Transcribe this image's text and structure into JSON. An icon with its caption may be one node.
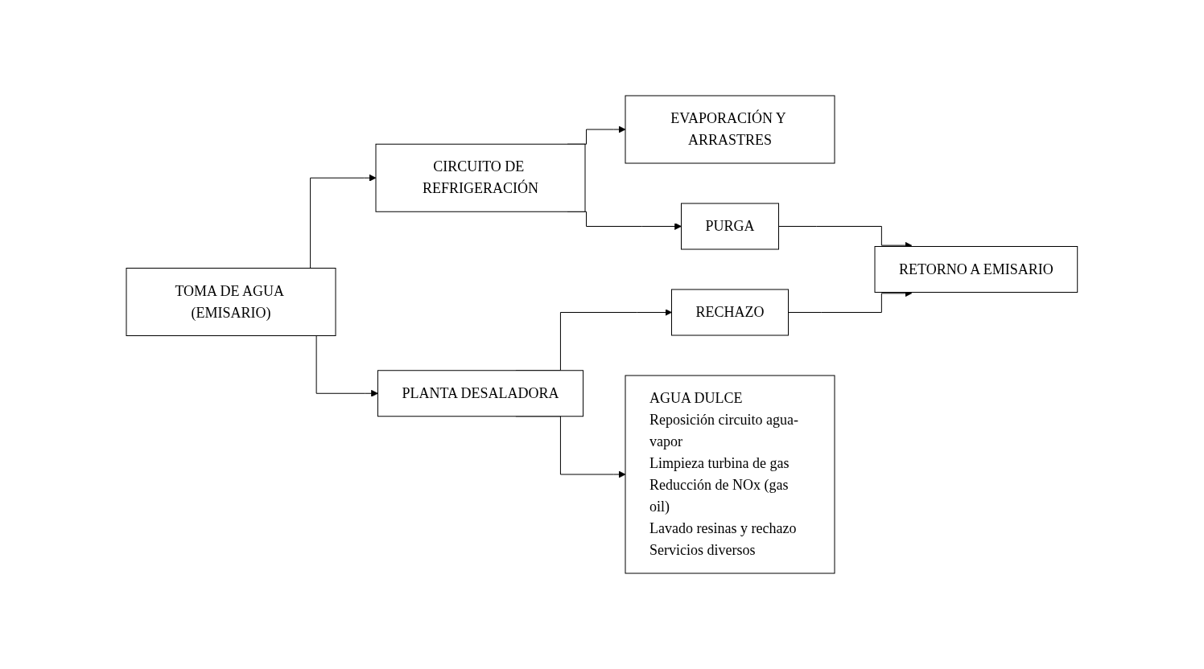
{
  "diagram": {
    "nodes": [
      {
        "text": [
          "TOMA DE AGUA (EMISARIO)"
        ]
      },
      {
        "text": [
          "EVAPORACIÓN Y ARRASTRES"
        ]
      },
      {
        "text": [
          "PURGA"
        ]
      },
      {
        "text": [
          "CIRCUITO DE REFRIGERACIÓN"
        ]
      },
      {
        "text": [
          "RETORNO A EMISARIO"
        ]
      },
      {
        "text": [
          "RECHAZO"
        ]
      },
      {
        "text": [
          "PLANTA DESALADORA"
        ]
      },
      {
        "text": [
          "AGUA DULCE",
          "Reposición circuito agua-vapor",
          "Limpieza turbina de gas",
          "Reducción de NOx (gas oil)",
          "Lavado resinas y rechazo",
          "Servicios diversos"
        ]
      }
    ],
    "edges": [
      {
        "from": 0,
        "to": 3,
        "arrow": "to"
      },
      {
        "from": 0,
        "to": 6,
        "arrow": "to"
      },
      {
        "from": 3,
        "to": 1,
        "arrow": "to"
      },
      {
        "from": 3,
        "to": 2,
        "arrow": "to"
      },
      {
        "from": 2,
        "to": 4,
        "arrow": "to"
      },
      {
        "from": 6,
        "to": 5,
        "arrow": "to"
      },
      {
        "from": 5,
        "to": 4,
        "arrow": "to"
      },
      {
        "from": 6,
        "to": 7,
        "arrow": "to"
      }
    ]
  }
}
